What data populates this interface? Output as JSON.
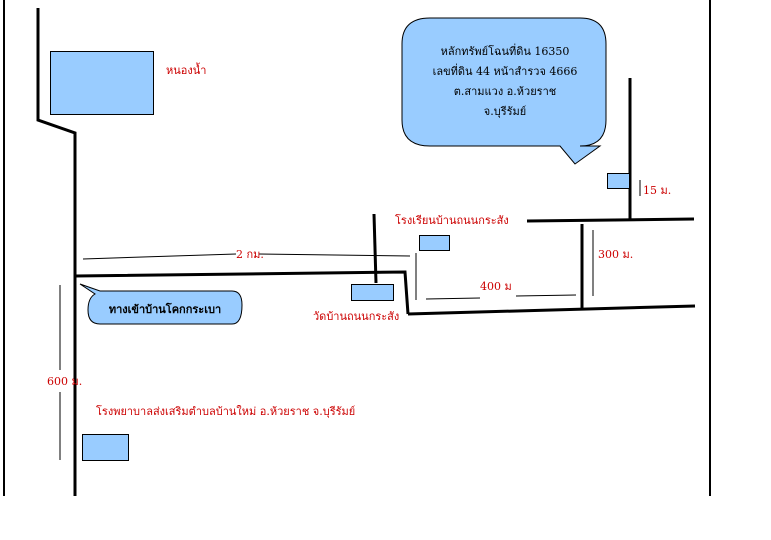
{
  "colors": {
    "road": "#000000",
    "fill": "#99ccff",
    "label": "#cc0000",
    "thin_line": "#000000"
  },
  "callout": {
    "line1": "หลักทรัพย์โฉนที่ดิน 16350",
    "line2": "เลขที่ดิน 44 หน้าสำรวจ 4666",
    "line3": "ต.สามแวง อ.ห้วยราช",
    "line4": "จ.บุรีรัมย์"
  },
  "pill": {
    "label": "ทางเข้าบ้านโคกกระเบา"
  },
  "labels": {
    "pond": "หนองน้ำ",
    "school": "โรงเรียนบ้านถนนกระสัง",
    "temple": "วัดบ้านถนนกระสัง",
    "hospital": "โรงพยาบาลส่งเสริมตำบลบ้านใหม่  อ.ห้วยราช จ.บุรีรัมย์"
  },
  "distances": {
    "d_2km": "2 กม.",
    "d_400m": "400 ม",
    "d_300m": "300 ม.",
    "d_15m": "15 ม.",
    "d_600m": "600 ม."
  }
}
